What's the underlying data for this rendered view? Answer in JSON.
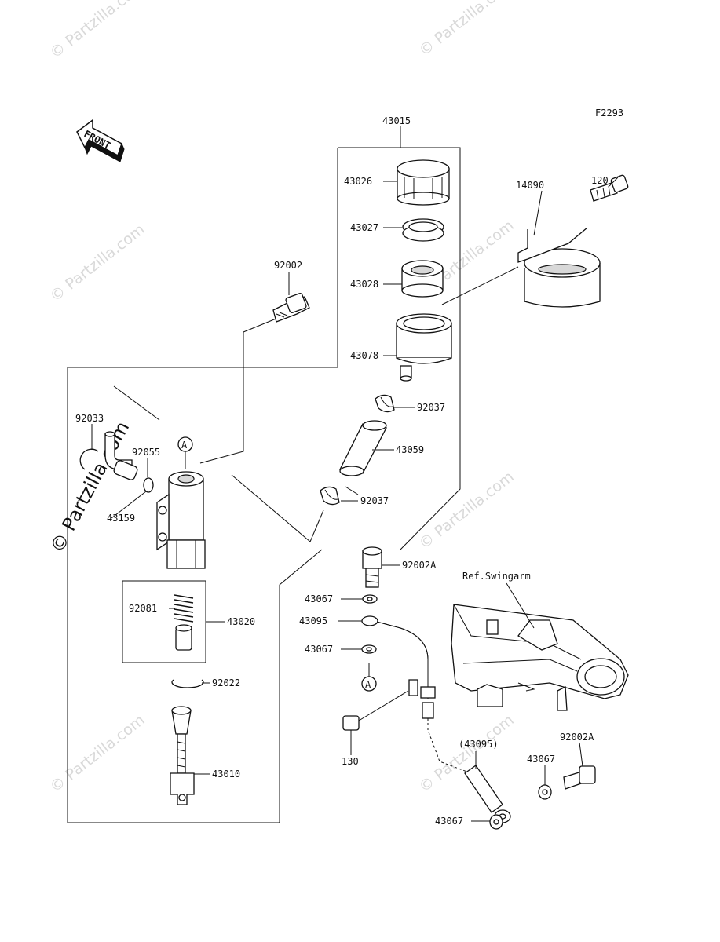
{
  "figure_code": "F2293",
  "front_label": "FRONT",
  "ref_label": "Ref.Swingarm",
  "marker_a": "A",
  "watermark": "© Partzilla.com",
  "parts": {
    "p43015": "43015",
    "p43026": "43026",
    "p43027": "43027",
    "p43028": "43028",
    "p43078": "43078",
    "p92037_top": "92037",
    "p43059": "43059",
    "p92037_bottom": "92037",
    "p92002": "92002",
    "p14090": "14090",
    "p120": "120",
    "p92033": "92033",
    "p92055": "92055",
    "p43159": "43159",
    "p92081": "92081",
    "p43020": "43020",
    "p92022": "92022",
    "p43010": "43010",
    "p92002A_top": "92002A",
    "p43067_1": "43067",
    "p43095": "43095",
    "p43067_2": "43067",
    "p130": "130",
    "p43095_ref": "(43095)",
    "p92002A_bottom": "92002A",
    "p43067_3": "43067",
    "p43067_4": "43067"
  }
}
